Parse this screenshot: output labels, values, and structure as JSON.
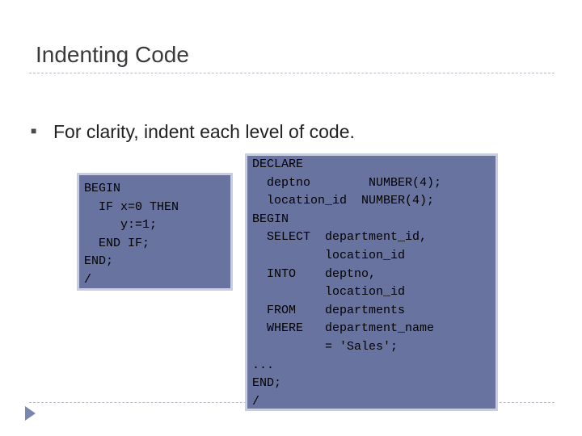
{
  "slide": {
    "title": "Indenting Code",
    "bullet_icon": "square-bullet-icon",
    "bullet_text": "For clarity, indent each level of code."
  },
  "code_small": "BEGIN\n  IF x=0 THEN\n     y:=1;\n  END IF;\nEND;\n/",
  "code_large": "DECLARE\n  deptno        NUMBER(4);\n  location_id  NUMBER(4);\nBEGIN\n  SELECT  department_id,\n          location_id\n  INTO    deptno,\n          location_id\n  FROM    departments\n  WHERE   department_name\n          = 'Sales';\n...\nEND;\n/",
  "colors": {
    "code_background": "#6873a0",
    "code_border": "#c8cee0",
    "nav_arrow": "#7b86b0"
  },
  "nav": {
    "icon": "next-slide-arrow-icon"
  }
}
